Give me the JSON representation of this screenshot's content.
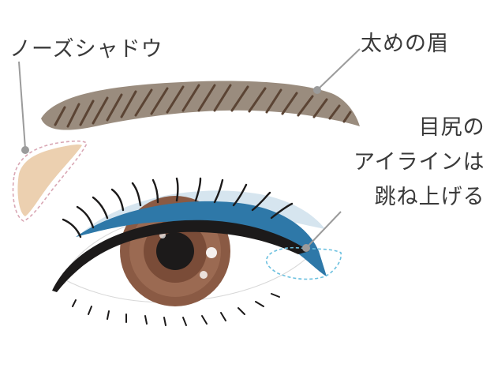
{
  "labels": {
    "nose_shadow": "ノーズシャドウ",
    "thick_brow": "太めの眉",
    "eyeliner_lines": [
      "目尻の",
      "アイラインは",
      "跳ね上げる"
    ]
  },
  "colors": {
    "brow": "#9a8c7e",
    "brow_hairs": "#5b4434",
    "nose_shadow": "#ecd0b0",
    "eyeshadow": "#cfe0ec",
    "liner_blue": "#2e78a8",
    "iris": "#8a5a44",
    "pupil": "#1c1a1a",
    "guide_line": "#9b9b9b",
    "dashed_outline_pink": "#d9a7b4",
    "dashed_outline_blue": "#6bc0df"
  },
  "icons": [
    "eyebrow-illustration",
    "eye-illustration",
    "nose-shadow-patch"
  ]
}
